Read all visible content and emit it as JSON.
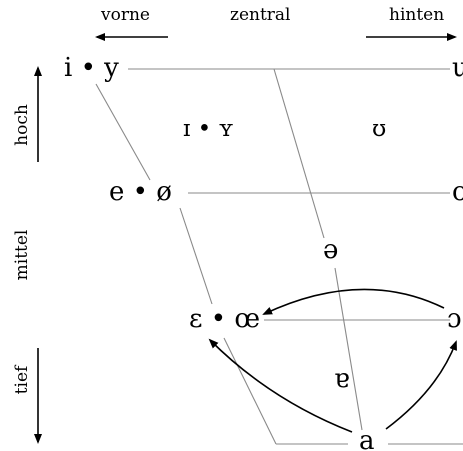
{
  "axis_top": {
    "front": "vorne",
    "central": "zentral",
    "back": "hinten"
  },
  "axis_side": {
    "high": "hoch",
    "mid": "mittel",
    "low": "tief"
  },
  "vowels": {
    "high_front": "i • y",
    "high_back": "ɯ",
    "near_high_front": "ɪ • ʏ",
    "near_high_back": "ʊ",
    "mid_front": "e • ø",
    "mid_back": "o",
    "central": "ə",
    "open_mid_front": "ɛ • œ",
    "open_mid_back": "ɔ",
    "near_open_central": "ɐ",
    "open": "a"
  },
  "colors": {
    "grid_line": "#8a8a8a",
    "arrow": "#000000",
    "text": "#000000"
  }
}
